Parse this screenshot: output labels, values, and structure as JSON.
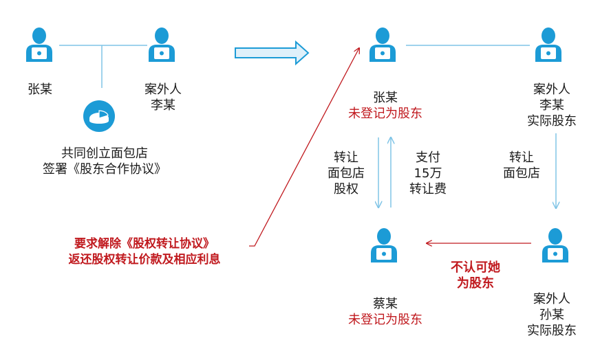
{
  "colors": {
    "person": "#1c9bd6",
    "line": "#7fc4e6",
    "accent_red": "#c0191e",
    "arrow_fill": "#dff0fa"
  },
  "icons": {
    "person": "user-laptop-icon",
    "pie": "pie-chart-icon",
    "arrow": "right-arrow-icon"
  },
  "left_panel": {
    "zhang": "张某",
    "li_line1": "案外人",
    "li_line2": "李某",
    "caption_line1": "共同创立面包店",
    "caption_line2": "签署《股东合作协议》"
  },
  "right_panel": {
    "zhang": {
      "name": "张某",
      "status": "未登记为股东"
    },
    "li": {
      "line1": "案外人",
      "line2": "李某",
      "line3": "实际股东"
    },
    "cai": {
      "name": "蔡某",
      "status": "未登记为股东"
    },
    "sun": {
      "line1": "案外人",
      "line2": "孙某",
      "line3": "实际股东"
    },
    "transfer_equity": [
      "转让",
      "面包店",
      "股权"
    ],
    "payment": [
      "支付",
      "15万",
      "转让费"
    ],
    "transfer_shop": [
      "转让",
      "面包店"
    ],
    "not_recognized": [
      "不认可她",
      "为股东"
    ],
    "demand": [
      "要求解除《股权转让协议》",
      "返还股权转让价款及相应利息"
    ]
  }
}
